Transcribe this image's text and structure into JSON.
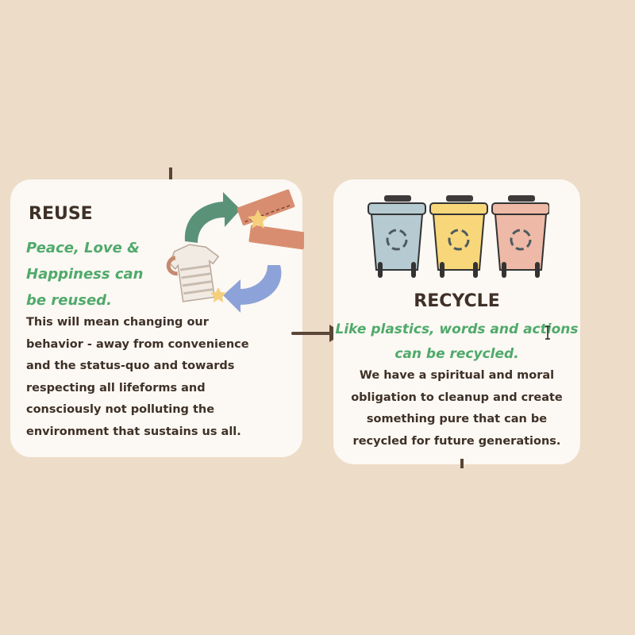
{
  "reuse": {
    "title": "REUSE",
    "tagline": "Peace, Love & Happiness can be reused.",
    "body": " This will mean changing our\nbehavior - away from convenience\nand the status-quo and towards\nrespecting all lifeforms and\nconsciously not polluting the\nenvironment that sustains us all."
  },
  "recycle": {
    "title": "RECYCLE",
    "tagline": "Like plastics, words and actions can be recycled.",
    "body": "We have a spiritual and moral\nobligation to cleanup and create\nsomething pure that can be\nrecycled for future generations."
  },
  "colors": {
    "background": "#eddcc7",
    "card": "#fcf8f3",
    "heading": "#3e3127",
    "accent_green": "#4faa6b",
    "arrow": "#5a4538",
    "bin_blue": "#b5cad1",
    "bin_yellow": "#f8d77a",
    "bin_pink": "#eeb9a6"
  },
  "icons": {
    "reuse_illustration": "recycling-clothes-icon",
    "recycle_illustration": "recycle-bins-icon"
  }
}
